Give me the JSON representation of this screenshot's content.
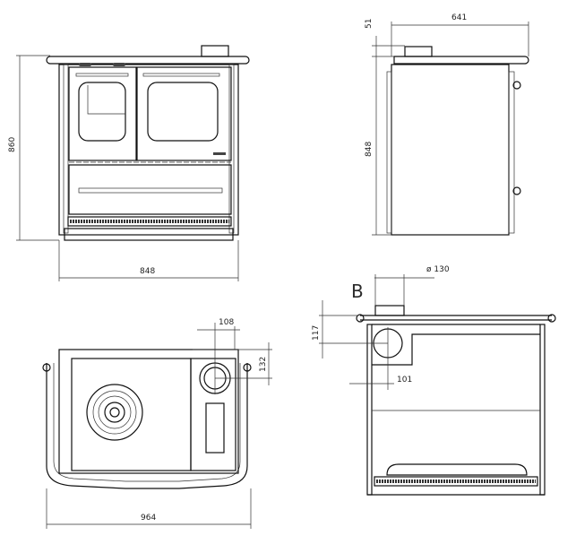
{
  "front_view": {
    "height_label": "860",
    "width_label": "848"
  },
  "side_view": {
    "depth_label": "641",
    "top_offset_label": "51",
    "height_label": "848"
  },
  "top_view": {
    "width_label": "964",
    "flue_x_label": "108",
    "flue_y_label": "132"
  },
  "rear_view": {
    "view_letter": "B",
    "flue_diameter_label": "ø 130",
    "flue_height_label": "117",
    "flue_offset_label": "101"
  }
}
